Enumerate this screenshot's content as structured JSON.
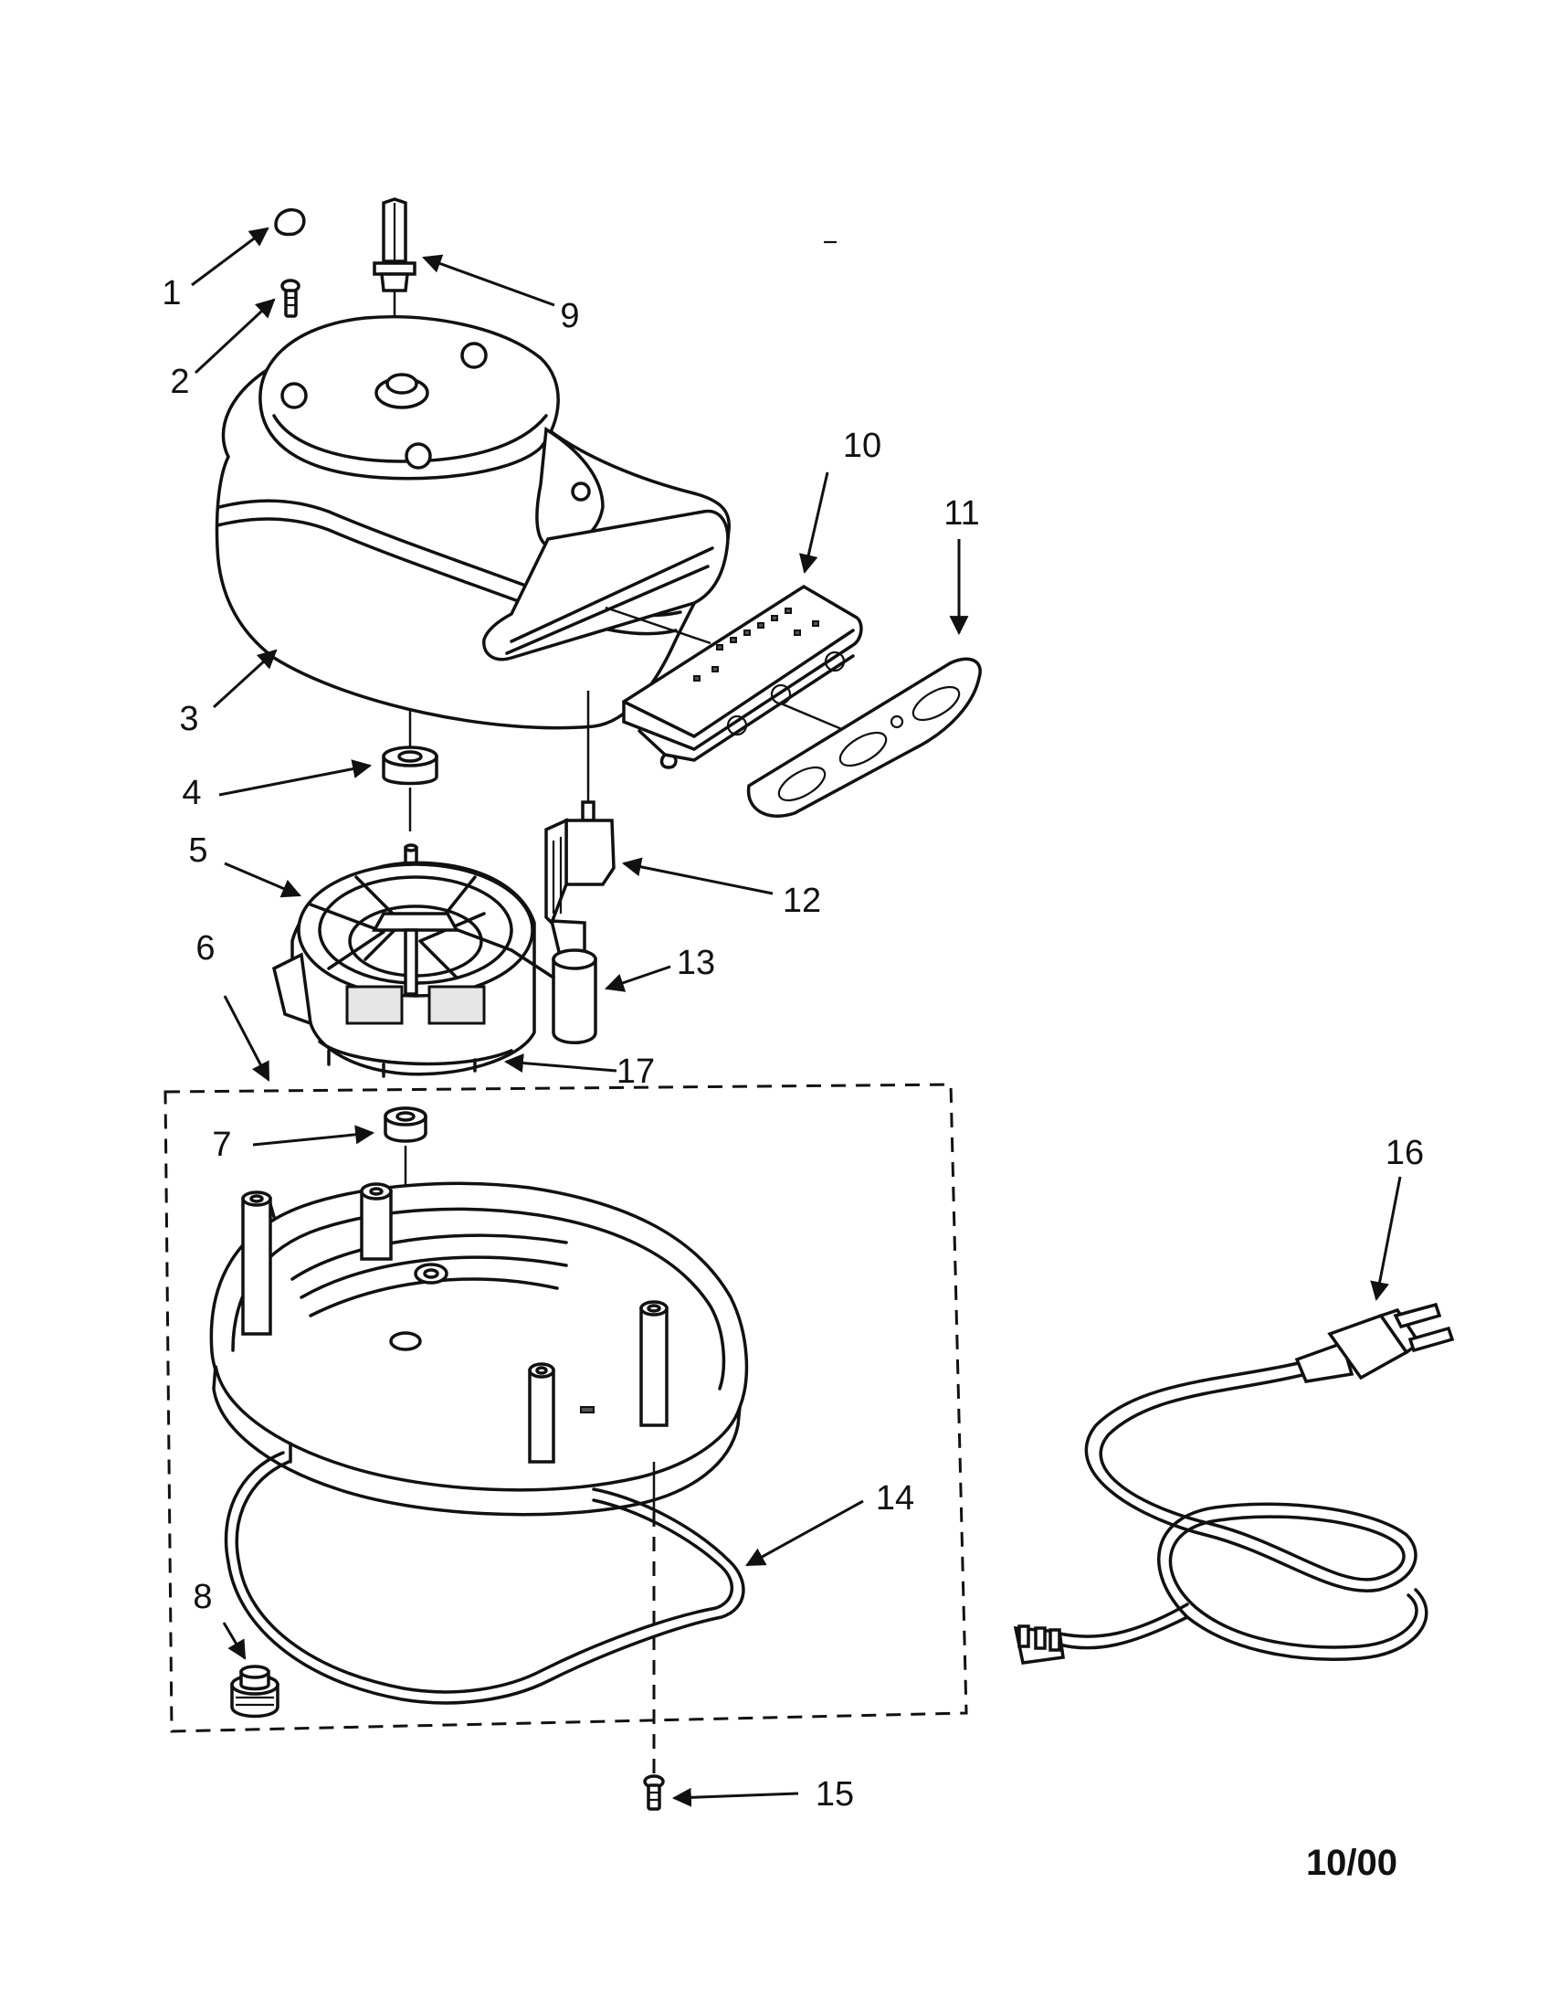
{
  "callouts": [
    "1",
    "2",
    "3",
    "4",
    "5",
    "6",
    "7",
    "8",
    "9",
    "10",
    "11",
    "12",
    "13",
    "14",
    "15",
    "16",
    "17"
  ],
  "revision": "10/00",
  "colors": {
    "ink": "#111111",
    "paper": "#ffffff"
  }
}
